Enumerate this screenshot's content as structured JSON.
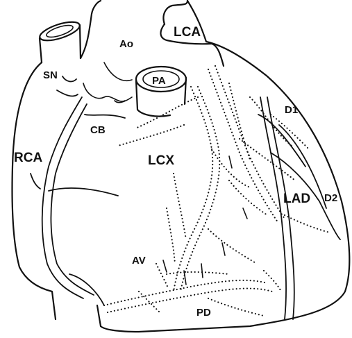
{
  "labels": {
    "ao": "Ao",
    "lca": "LCA",
    "pa": "PA",
    "sn": "SN",
    "cb": "CB",
    "rca": "RCA",
    "lcx": "LCX",
    "d1": "D1",
    "lad": "LAD",
    "d2": "D2",
    "av": "AV",
    "pd": "PD"
  }
}
